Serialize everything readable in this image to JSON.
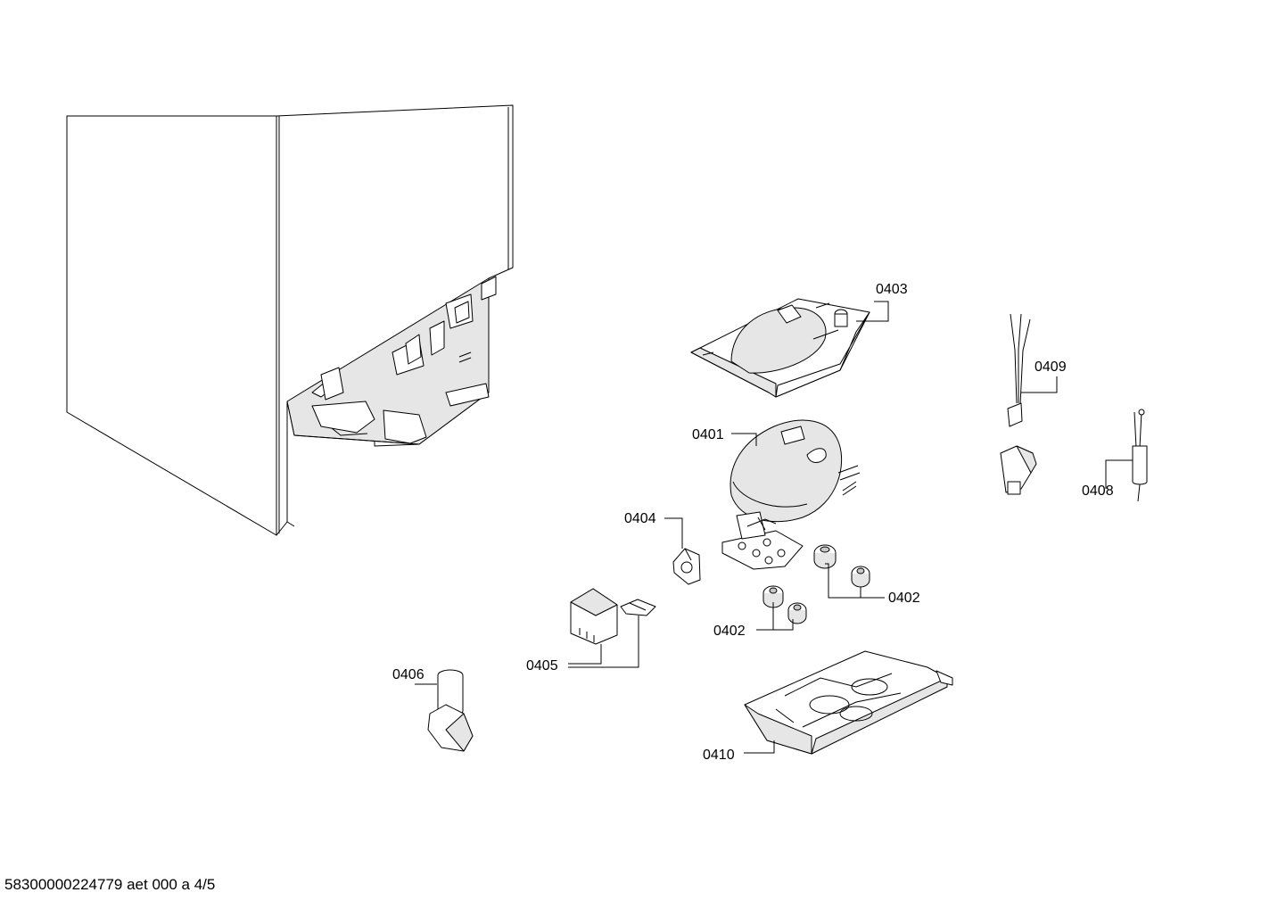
{
  "labels": {
    "p0401": "0401",
    "p0402a": "0402",
    "p0402b": "0402",
    "p0403": "0403",
    "p0404": "0404",
    "p0405": "0405",
    "p0406": "0406",
    "p0408": "0408",
    "p0409": "0409",
    "p0410": "0410"
  },
  "footer": {
    "text": "58300000224779 aet 000 a 4/5"
  }
}
